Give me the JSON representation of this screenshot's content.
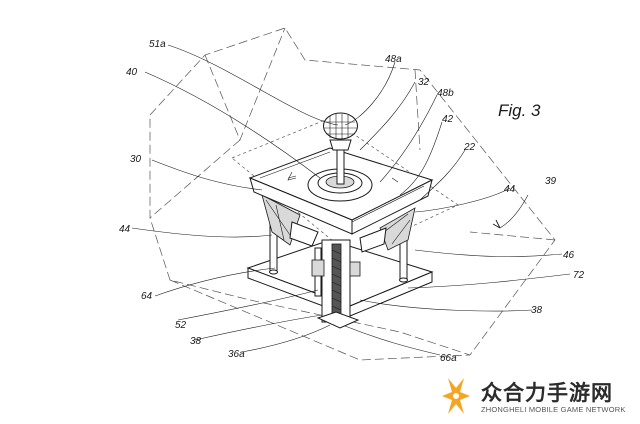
{
  "figure": {
    "title": "Fig. 3",
    "reference_numerals": [
      {
        "id": "51a",
        "text": "51a"
      },
      {
        "id": "48a",
        "text": "48a"
      },
      {
        "id": "40",
        "text": "40"
      },
      {
        "id": "32",
        "text": "32"
      },
      {
        "id": "48b",
        "text": "48b"
      },
      {
        "id": "42",
        "text": "42"
      },
      {
        "id": "30",
        "text": "30"
      },
      {
        "id": "22",
        "text": "22"
      },
      {
        "id": "44-right",
        "text": "44"
      },
      {
        "id": "39",
        "text": "39"
      },
      {
        "id": "44-left",
        "text": "44"
      },
      {
        "id": "46",
        "text": "46"
      },
      {
        "id": "72",
        "text": "72"
      },
      {
        "id": "64",
        "text": "64"
      },
      {
        "id": "38-right",
        "text": "38"
      },
      {
        "id": "52",
        "text": "52"
      },
      {
        "id": "38-left",
        "text": "38"
      },
      {
        "id": "36a",
        "text": "36a"
      },
      {
        "id": "66a",
        "text": "66a"
      }
    ]
  },
  "watermark": {
    "brand_cn": "众合力手游网",
    "brand_en": "ZHONGHELI MOBILE GAME NETWORK",
    "logo_icon": "sparkle-x-logo-icon",
    "logo_color": "#f4a623"
  }
}
